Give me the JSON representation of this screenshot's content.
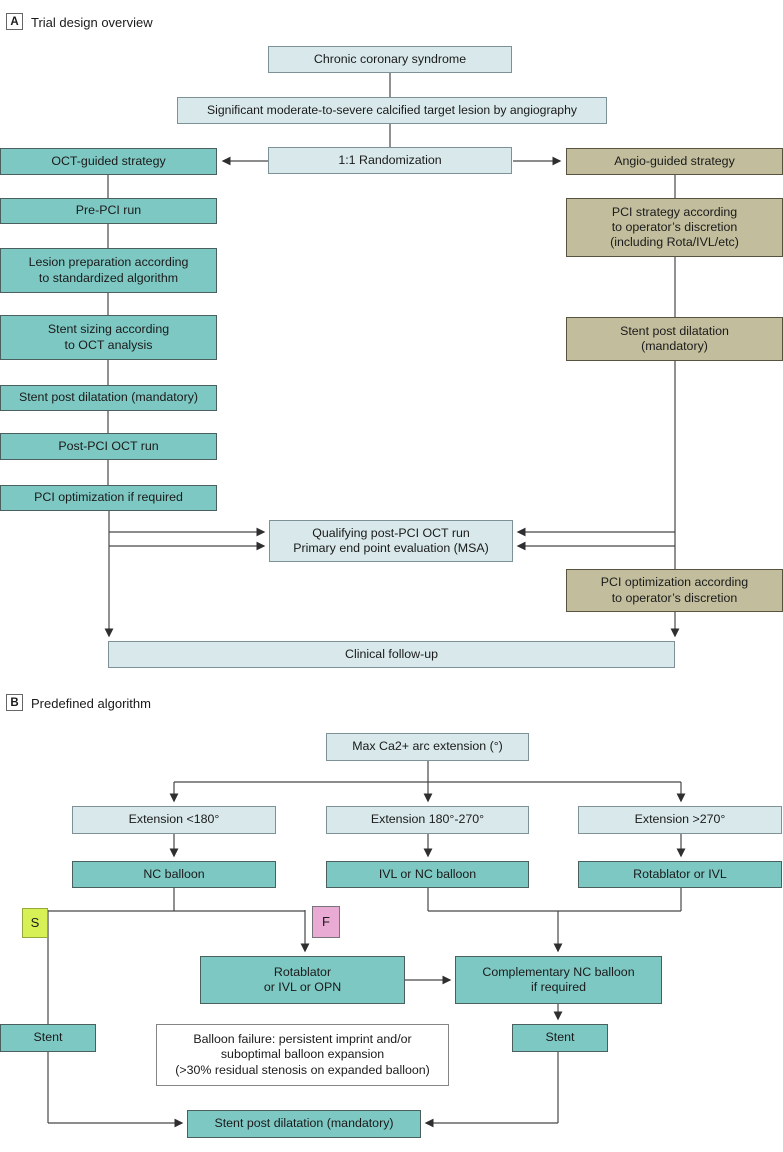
{
  "colors": {
    "light_blue_fill": "#d9e9eb",
    "teal_fill": "#7ec8c3",
    "olive_fill": "#c2be9d",
    "success_lime_fill": "#d7f056",
    "failure_pink_fill": "#e9aad3",
    "line_color": "#474747"
  },
  "panel_a": {
    "label": "A",
    "title": "Trial design overview",
    "nodes": {
      "chronic": "Chronic coronary syndrome",
      "significant": "Significant moderate-to-severe calcified target lesion by angiography",
      "randomization": "1:1 Randomization",
      "oct_strategy": "OCT-guided strategy",
      "angio_strategy": "Angio-guided strategy",
      "pre_pci": "Pre-PCI run",
      "lesion_prep": "Lesion preparation according\nto standardized algorithm",
      "stent_sizing": "Stent sizing according\nto OCT analysis",
      "stent_post_left": "Stent post dilatation (mandatory)",
      "post_pci_oct": "Post-PCI OCT run",
      "pci_opt_required": "PCI optimization if required",
      "pci_strategy": "PCI strategy according\nto operator’s discretion\n(including Rota/IVL/etc)",
      "stent_post_right": "Stent post dilatation\n(mandatory)",
      "qualifying": "Qualifying post-PCI OCT run\nPrimary end point evaluation (MSA)",
      "pci_opt_according": "PCI optimization according\nto operator’s discretion",
      "clinical": "Clinical follow-up"
    }
  },
  "panel_b": {
    "label": "B",
    "title": "Predefined algorithm",
    "nodes": {
      "max_ca": "Max Ca2+ arc extension (°)",
      "ext_left": "Extension <180°",
      "ext_mid": "Extension 180°-270°",
      "ext_right": "Extension >270°",
      "nc_balloon": "NC balloon",
      "ivl_nc_balloon": "IVL or NC balloon",
      "rotablator_ivl": "Rotablator or IVL",
      "success_tag": "S",
      "failure_tag": "F",
      "rota_ivl_opn": "Rotablator\nor IVL or OPN",
      "comp_nc_balloon": "Complementary NC balloon\nif required",
      "stent_left": "Stent",
      "stent_right": "Stent",
      "balloon_failure_note": "Balloon failure: persistent imprint and/or\nsuboptimal balloon expansion\n(>30% residual stenosis on expanded balloon)",
      "stent_post_final": "Stent post dilatation (mandatory)"
    }
  }
}
